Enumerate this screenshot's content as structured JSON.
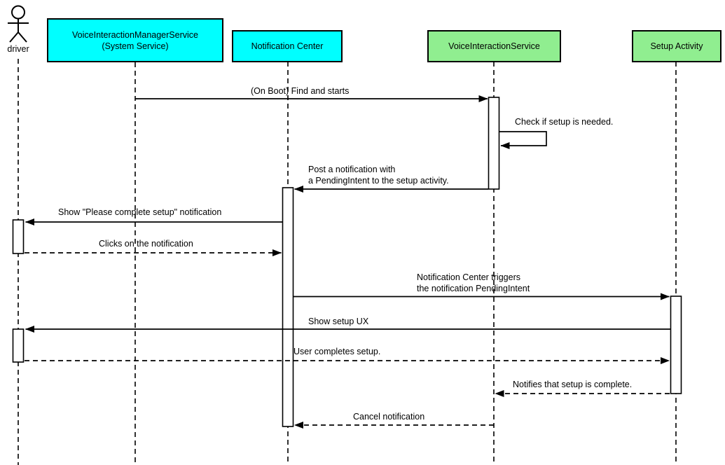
{
  "actor": {
    "label": "driver"
  },
  "participants": [
    {
      "id": "voice-interaction-manager-service",
      "label": "VoiceInteractionManagerService\n(System Service)",
      "fill": "#00ffff"
    },
    {
      "id": "notification-center",
      "label": "Notification Center",
      "fill": "#00ffff"
    },
    {
      "id": "voice-interaction-service",
      "label": "VoiceInteractionService",
      "fill": "#90ee90"
    },
    {
      "id": "setup-activity",
      "label": "Setup Activity",
      "fill": "#90ee90"
    }
  ],
  "messages": [
    {
      "label": "(On Boot) Find and starts",
      "from": "VoiceInteractionManagerService (System Service)",
      "to": "VoiceInteractionService",
      "line": "solid"
    },
    {
      "label": "Check if setup is needed.",
      "from": "VoiceInteractionService",
      "to": "VoiceInteractionService",
      "line": "solid-self"
    },
    {
      "label": "Post a notification with\na PendingIntent to the setup activity.",
      "from": "VoiceInteractionService",
      "to": "Notification Center",
      "line": "solid"
    },
    {
      "label": "Show \"Please complete setup\" notification",
      "from": "Notification Center",
      "to": "driver",
      "line": "solid"
    },
    {
      "label": "Clicks on the notification",
      "from": "driver",
      "to": "Notification Center",
      "line": "dashed"
    },
    {
      "label": "Notification Center triggers\nthe notification PendingIntent",
      "from": "Notification Center",
      "to": "Setup Activity",
      "line": "solid"
    },
    {
      "label": "Show setup UX",
      "from": "Setup Activity",
      "to": "driver",
      "line": "solid"
    },
    {
      "label": "User completes setup.",
      "from": "driver",
      "to": "Setup Activity",
      "line": "dashed"
    },
    {
      "label": "Notifies that setup is complete.",
      "from": "Setup Activity",
      "to": "VoiceInteractionService",
      "line": "dashed"
    },
    {
      "label": "Cancel notification",
      "from": "VoiceInteractionService",
      "to": "Notification Center",
      "line": "dashed"
    }
  ],
  "colors": {
    "system_participant": "#00ffff",
    "app_participant": "#90ee90",
    "line": "#000000",
    "background": "#ffffff"
  }
}
